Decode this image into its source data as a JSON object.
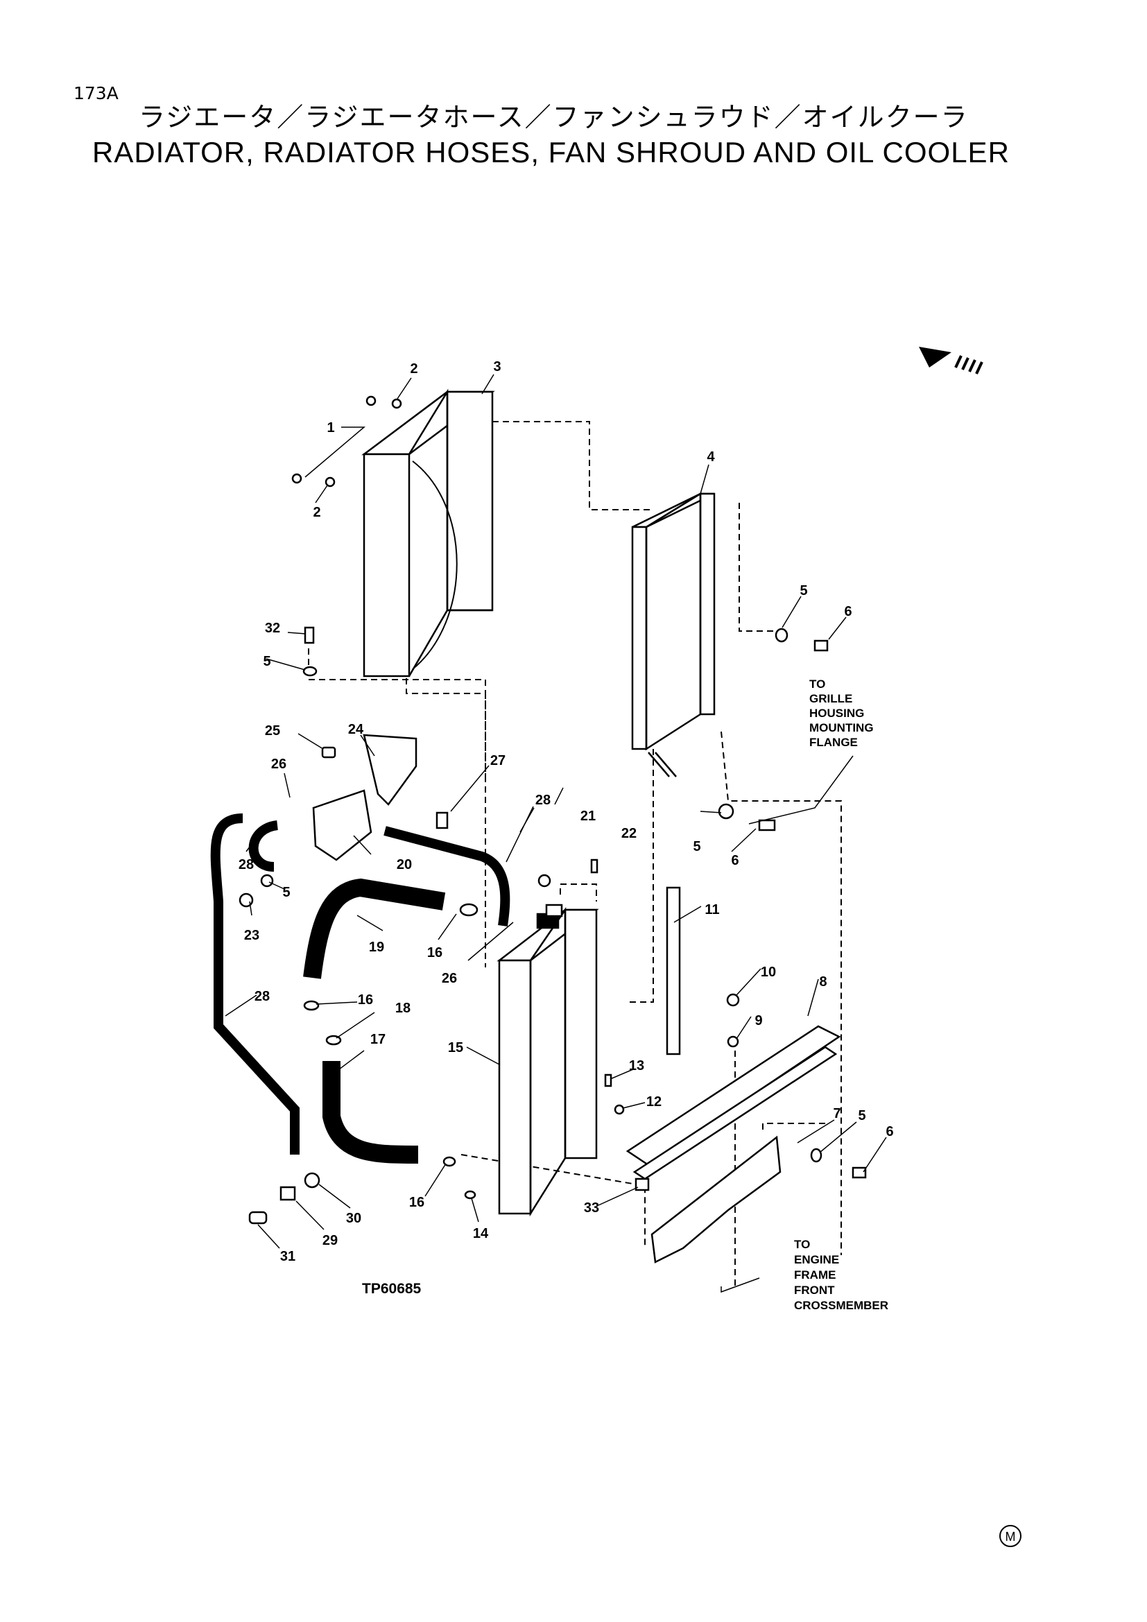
{
  "header": {
    "page_number": "173A",
    "title_jp": "ラジエータ／ラジエータホース／ファンシュラウド／オイルクーラ",
    "title_en": "RADIATOR, RADIATOR HOSES, FAN SHROUD AND OIL COOLER"
  },
  "callouts": {
    "c1": "1",
    "c2a": "2",
    "c2b": "2",
    "c3": "3",
    "c4": "4",
    "c5a": "5",
    "c5b": "5",
    "c5c": "5",
    "c5d": "5",
    "c5e": "5",
    "c6a": "6",
    "c6b": "6",
    "c6c": "6",
    "c7": "7",
    "c8": "8",
    "c9": "9",
    "c10": "10",
    "c11": "11",
    "c12": "12",
    "c13": "13",
    "c14": "14",
    "c15": "15",
    "c16a": "16",
    "c16b": "16",
    "c16c": "16",
    "c17": "17",
    "c18": "18",
    "c19": "19",
    "c20": "20",
    "c21": "21",
    "c22": "22",
    "c23": "23",
    "c24": "24",
    "c25": "25",
    "c26a": "26",
    "c26b": "26",
    "c27": "27",
    "c28a": "28",
    "c28b": "28",
    "c28c": "28",
    "c29": "29",
    "c30": "30",
    "c31": "31",
    "c32": "32",
    "c33": "33"
  },
  "notes": {
    "grille": [
      "TO",
      "GRILLE",
      "HOUSING",
      "MOUNTING",
      "FLANGE"
    ],
    "engine": [
      "TO",
      "ENGINE",
      "FRAME",
      "FRONT",
      "CROSSMEMBER"
    ]
  },
  "figure_code": "TP60685",
  "corner_mark": "M"
}
